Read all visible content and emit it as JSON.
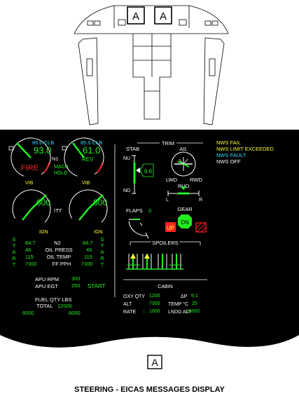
{
  "colors": {
    "green": "#22ee22",
    "white": "#ffffff",
    "cyan": "#33ddff",
    "yellow": "#ffff33",
    "red": "#ff2222",
    "magenta": "#ff33ff",
    "screen": "#000000"
  },
  "cockpit": {
    "left_box": "A",
    "right_box": "A"
  },
  "ref_box": "A",
  "caption": "STEERING - EICAS MESSAGES DISPLAY",
  "engine": {
    "left_clb": "85.0 CLB",
    "right_clb": "85.0 CLB",
    "left_n1": "93.0",
    "right_n1": "61.0",
    "n1_label": "N1",
    "fire": "FIRE",
    "rev": "REV",
    "mach": "MACH",
    "hold": "HOLD",
    "vib_left": "VIB",
    "vib_right": "VIB",
    "left_itt": "600",
    "right_itt": "600",
    "itt_label": "ITT",
    "ign_left": "IGN",
    "ign_right": "IGN",
    "start_left": [
      "S",
      "T",
      "A",
      "R",
      "T"
    ],
    "start_right": [
      "S",
      "T",
      "A",
      "R",
      "T"
    ],
    "n2_label": "N2",
    "oil_press_label": "OIL PRESS",
    "oil_temp_label": "OIL TEMP",
    "ff_label": "FF PPH",
    "left_vals": [
      "84.7",
      "46",
      "115",
      "7300"
    ],
    "right_vals": [
      "84.7",
      "46",
      "115",
      "7300"
    ]
  },
  "apu": {
    "rpm_label": "APU RPM",
    "rpm": "300",
    "egt_label": "APU EGT",
    "egt": "250",
    "start": "START"
  },
  "fuel": {
    "label": "FUEL QTY LBS",
    "total_label": "TOTAL",
    "total": "12000",
    "left": "6000",
    "right": "6000"
  },
  "trim": {
    "title": "TRIM",
    "stab": "STAB",
    "nu": "NU",
    "nd": "ND",
    "stab_value": "6.6",
    "ail": "AIL",
    "lwd": "LWD",
    "rwd": "RWD",
    "rud": "RUD",
    "l": "L",
    "r": "R"
  },
  "flaps": {
    "label": "FLAPS",
    "value": "0"
  },
  "gear": {
    "label": "GEAR",
    "up": "UP",
    "dn": "DN"
  },
  "spoilers": {
    "label": "SPOILERS"
  },
  "cabin": {
    "title": "CABIN",
    "oxy_label": "OXY  QTY",
    "oxy": "1200",
    "ap_label": "ΔP",
    "ap": "9.1",
    "alt_label": "ALT",
    "alt": "7300",
    "temp_label": "TEMP  °C",
    "temp": "25",
    "rate_label": "RATE",
    "rate_arrow": "↓",
    "rate": "1000",
    "ldg_label": "LNDG  ALT",
    "ldg": "14000"
  },
  "messages": [
    {
      "text": "NWS FAIL",
      "color": "#ffff33"
    },
    {
      "text": "NWS LIMIT EXCEEDED",
      "color": "#ffff33"
    },
    {
      "text": "NWS FAULT",
      "color": "#33ddff"
    },
    {
      "text": "NWS OFF",
      "color": "#ffffff"
    }
  ]
}
